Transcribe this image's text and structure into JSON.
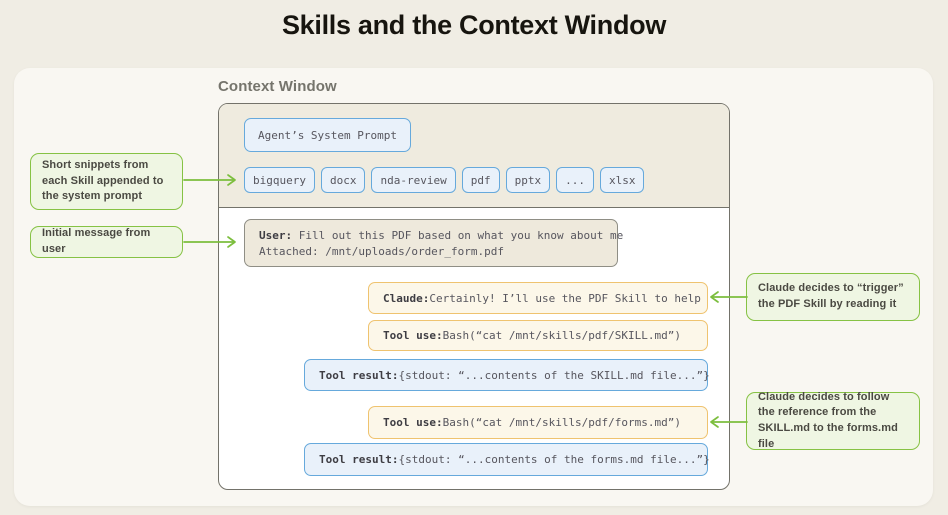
{
  "title": "Skills and the Context Window",
  "context_window": {
    "label": "Context Window",
    "system_prompt_label": "Agent’s System Prompt",
    "skills": [
      "bigquery",
      "docx",
      "nda-review",
      "pdf",
      "pptx",
      "...",
      "xlsx"
    ]
  },
  "messages": {
    "user": {
      "prefix": "User:",
      "text": " Fill out this PDF based on what you know about me",
      "attachment": "Attached: /mnt/uploads/order_form.pdf"
    },
    "claude": {
      "prefix": "Claude:",
      "text": " Certainly! I’ll use the PDF Skill to help"
    },
    "tool_use_skill": {
      "prefix": "Tool use:",
      "text": " Bash(“cat /mnt/skills/pdf/SKILL.md”)"
    },
    "tool_result_skill": {
      "prefix": "Tool result:",
      "text": " {stdout: “...contents of the SKILL.md file...”}"
    },
    "tool_use_forms": {
      "prefix": "Tool use:",
      "text": " Bash(“cat /mnt/skills/pdf/forms.md”)"
    },
    "tool_result_forms": {
      "prefix": "Tool result:",
      "text": " {stdout: “...contents of the forms.md file...”}"
    }
  },
  "annotations": {
    "left_top": "Short snippets from each Skill appended to the system prompt",
    "left_bottom": "Initial message from user",
    "right_top": "Claude decides to “trigger” the PDF Skill by reading it",
    "right_bottom": "Claude decides to follow the reference from the SKILL.md to the forms.md file"
  },
  "colors": {
    "page_bg": "#F0EDE4",
    "card_bg": "#F9F7F2",
    "header_beige": "#EFEBDF",
    "box_border_gray": "#73726A",
    "skill_blue_border": "#66A9DC",
    "skill_blue_bg": "#E9F1FA",
    "tool_orange_border": "#EFC36F",
    "tool_orange_bg": "#FCF7E9",
    "user_gray_bg": "#EEE9DC",
    "user_gray_border": "#8F8E85",
    "note_green_border": "#86C244",
    "note_green_bg": "#EFF6E3",
    "arrow_green": "#7CBE3E",
    "title_text": "#17150F"
  }
}
